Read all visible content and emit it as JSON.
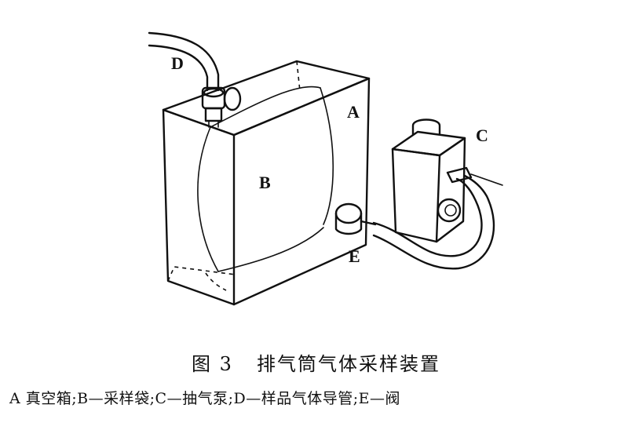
{
  "figure": {
    "labels": {
      "A": "A",
      "B": "B",
      "C": "C",
      "D": "D",
      "E": "E"
    },
    "caption_number": "图 3",
    "caption_title": "排气筒气体采样装置",
    "legend": "A  真空箱;B—采样袋;C—抽气泵;D—样品气体导管;E—阀"
  }
}
